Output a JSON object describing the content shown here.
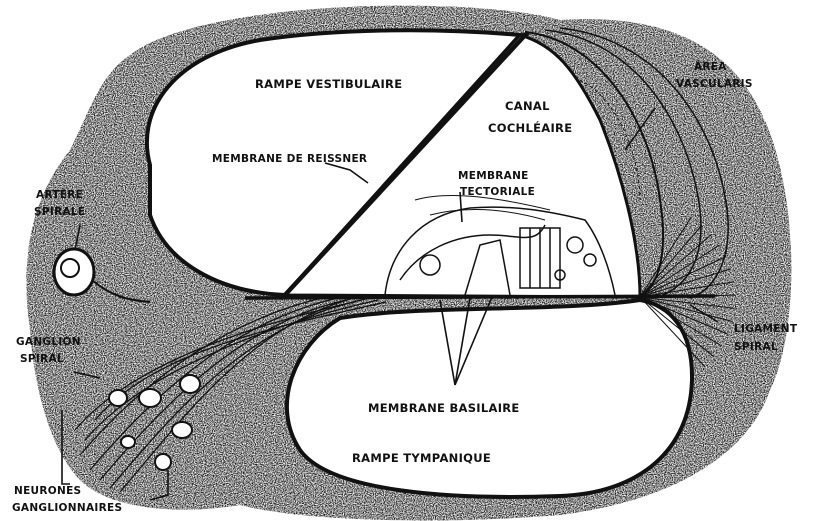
{
  "colors": {
    "ink": "#111111",
    "paper": "#ffffff",
    "stipple": "#3a3a3a"
  },
  "labels": {
    "rampe_vestibulaire": "RAMPE VESTIBULAIRE",
    "canal_line1": "CANAL",
    "canal_line2": "COCHLÉAIRE",
    "area_line1": "ÁREA",
    "area_line2": "VASCULARIS",
    "membrane_reissner": "MEMBRANE DE REISSNER",
    "tectoriale_line1": "MEMBRANE",
    "tectoriale_line2": "TECTORIALE",
    "artere_line1": "ARTÈRE",
    "artere_line2": "SPIRALE",
    "ganglion_line1": "GANGLION",
    "ganglion_line2": "SPIRAL",
    "ligament_line1": "LIGAMENT",
    "ligament_line2": "SPIRAL",
    "membrane_basilaire": "MEMBRANE BASILAIRE",
    "rampe_tympanique": "RAMPE TYMPANIQUE",
    "neurones_line1": "NEURONES",
    "neurones_line2": "GANGLIONNAIRES"
  },
  "icons": {
    "artery": "spiral-artery-icon",
    "ganglion_cell": "ganglion-cell-icon"
  }
}
